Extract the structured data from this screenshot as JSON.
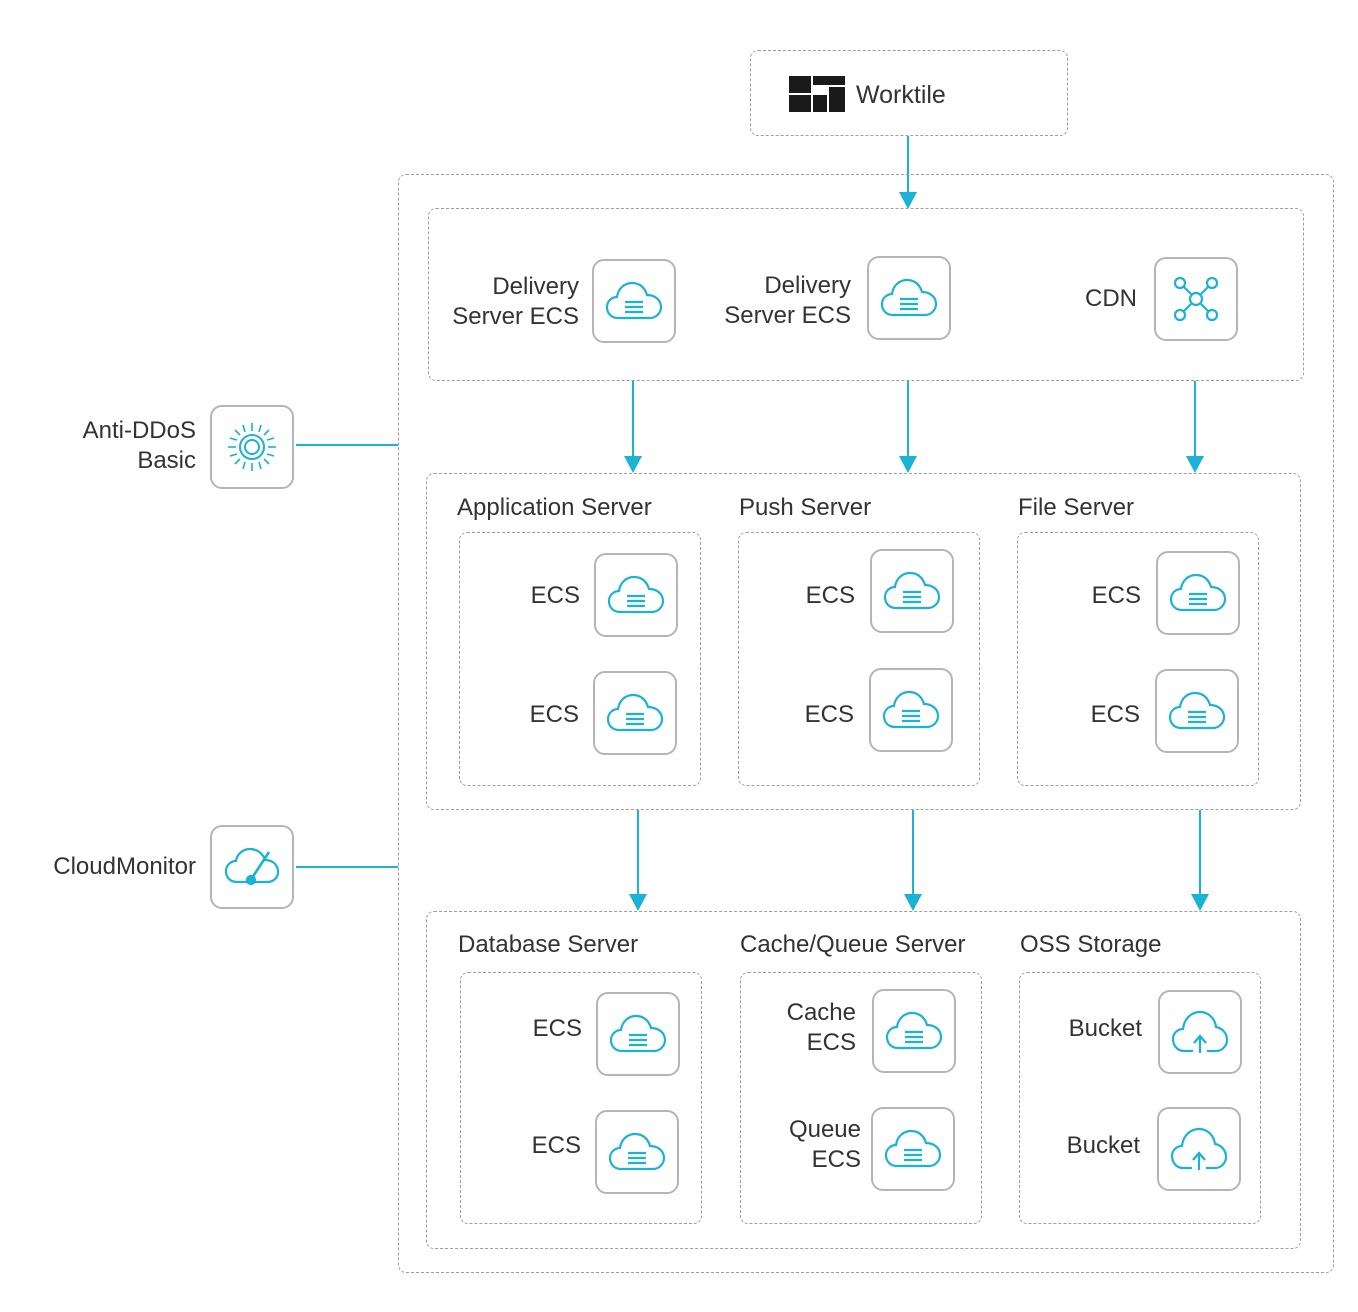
{
  "colors": {
    "accent": "#1ab2d5",
    "border": "#9e9e9e",
    "text": "#333333"
  },
  "worktile": {
    "label": "Worktile",
    "icon": "worktile-logo"
  },
  "edge": {
    "delivery1": {
      "line1": "Delivery",
      "line2": "Server ECS",
      "icon": "cloud-server-icon"
    },
    "delivery2": {
      "line1": "Delivery",
      "line2": "Server ECS",
      "icon": "cloud-server-icon"
    },
    "cdn": {
      "label": "CDN",
      "icon": "network-nodes-icon"
    }
  },
  "side": {
    "antiddos": {
      "line1": "Anti-DDoS",
      "line2": "Basic",
      "icon": "sun-shield-icon"
    },
    "cloudmonitor": {
      "label": "CloudMonitor",
      "icon": "cloud-gauge-icon"
    }
  },
  "middle": {
    "app": {
      "title": "Application Server",
      "items": [
        "ECS",
        "ECS"
      ]
    },
    "push": {
      "title": "Push Server",
      "items": [
        "ECS",
        "ECS"
      ]
    },
    "file": {
      "title": "File Server",
      "items": [
        "ECS",
        "ECS"
      ]
    }
  },
  "bottom": {
    "db": {
      "title": "Database Server",
      "items": [
        "ECS",
        "ECS"
      ]
    },
    "cache": {
      "title": "Cache/Queue Server",
      "item1_line1": "Cache",
      "item1_line2": "ECS",
      "item2_line1": "Queue",
      "item2_line2": "ECS"
    },
    "oss": {
      "title": "OSS Storage",
      "items": [
        "Bucket",
        "Bucket"
      ]
    }
  }
}
